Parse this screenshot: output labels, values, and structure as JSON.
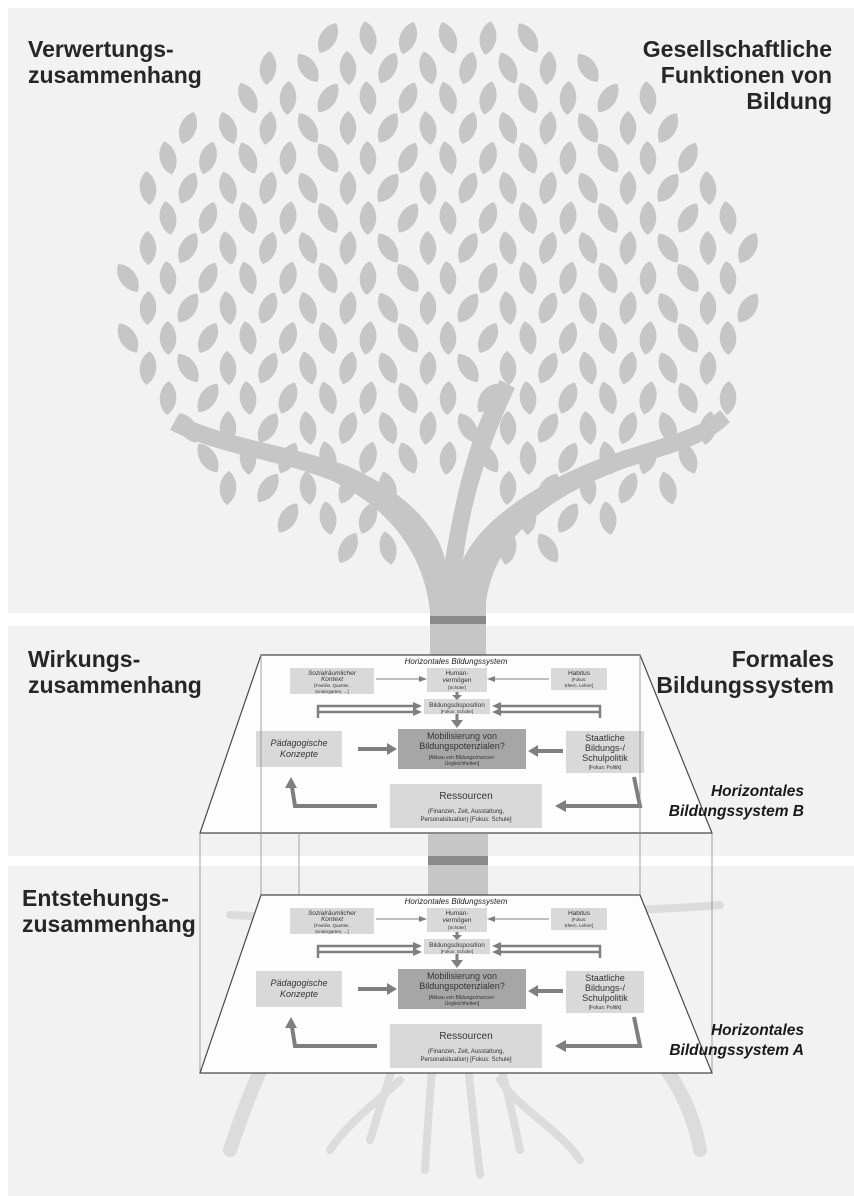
{
  "sections": {
    "top": {
      "left_title": "Verwertungs-\nzusammenhang",
      "right_title": "Gesellschaftliche\nFunktionen von\nBildung"
    },
    "middle": {
      "left_title": "Wirkungs-\nzusammenhang",
      "right_title": "Formales\nBildungssystem",
      "system_label": "Horizontales\nBildungssystem B"
    },
    "bottom": {
      "left_title": "Entstehungs-\nzusammenhang",
      "system_label": "Horizontales\nBildungssystem A"
    }
  },
  "plane": {
    "title": "Horizontales Bildungssystem",
    "kontext": [
      "Sozialräumlicher",
      "Kontext",
      "[Familie, Quartier,",
      "Kindergarten, ...]"
    ],
    "human": [
      "Human-",
      "vermögen",
      "[Schüler]"
    ],
    "habitus": [
      "Habitus",
      "[Fokus:",
      "Eltern, Lehrer]"
    ],
    "disposition": [
      "Bildungsdisposition",
      "[Fokus: Schüler]"
    ],
    "paedagogik": [
      "Pädagogische",
      "Konzepte"
    ],
    "mobilisierung": [
      "Mobilisierung von",
      "Bildungspotenzialen?",
      "[Abbau von Bildungschancen-",
      "Ungleichheiten]"
    ],
    "politik": [
      "Staatliche",
      "Bildungs-/",
      "Schulpolitik",
      "[Fokus: Politik]"
    ],
    "ressourcen": [
      "Ressourcen",
      "(Finanzen, Zeit, Ausstattung,",
      "Personalsituation) [Fokus: Schule]"
    ]
  },
  "colors": {
    "band": "#f2f2f2",
    "tree": "#c6c6c6",
    "trunk_band": "#8a8a8a",
    "roots": "#dcdcdc",
    "box": "#d9d9d9",
    "box_dark": "#a6a6a6",
    "arrow": "#7f7f7f"
  }
}
